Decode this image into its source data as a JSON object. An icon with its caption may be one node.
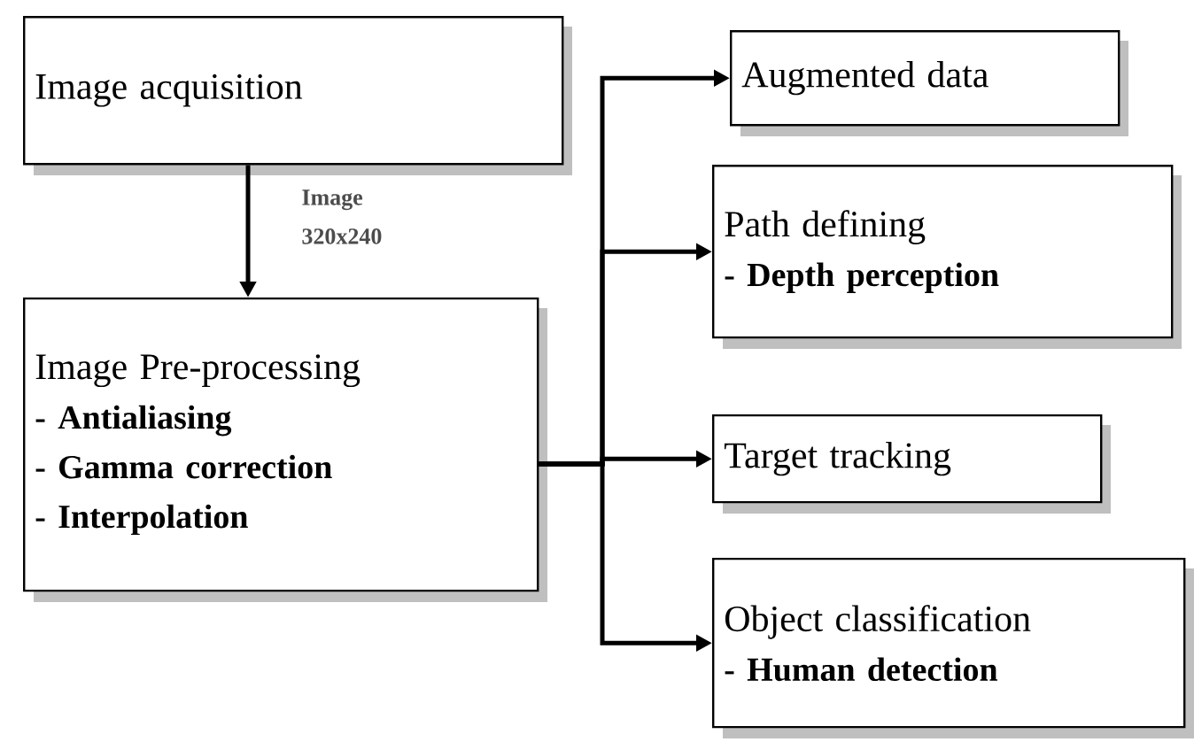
{
  "diagram": {
    "nodes": [
      {
        "text": [
          "Image acquisition"
        ]
      },
      {
        "text": [
          "Image Pre-processing",
          "- Antialiasing",
          "- Gamma correction",
          "- Interpolation"
        ]
      },
      {
        "text": [
          "Augmented data"
        ]
      },
      {
        "text": [
          "Path defining",
          "- Depth perception"
        ]
      },
      {
        "text": [
          "Target tracking"
        ]
      },
      {
        "text": [
          "Object classification",
          "- Human detection"
        ]
      }
    ],
    "edges": [
      {
        "from": 0,
        "to": 1,
        "arrow": "to",
        "label": "Image 320x240"
      },
      {
        "from": 1,
        "to": 2,
        "arrow": "to"
      },
      {
        "from": 1,
        "to": 3,
        "arrow": "to"
      },
      {
        "from": 1,
        "to": 4,
        "arrow": "to"
      },
      {
        "from": 1,
        "to": 5,
        "arrow": "to"
      }
    ]
  }
}
